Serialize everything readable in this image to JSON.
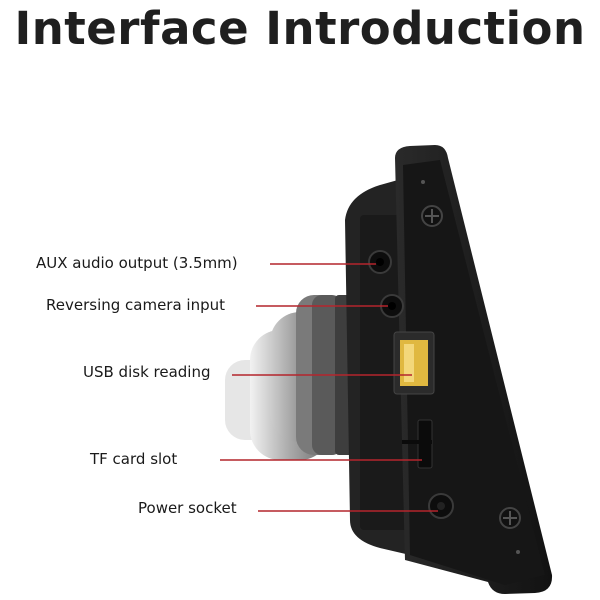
{
  "title": "Interface Introduction",
  "labels": {
    "aux": "AUX audio output (3.5mm)",
    "camera": "Reversing camera input",
    "usb": "USB disk reading",
    "tf": "TF card slot",
    "power": "Power socket"
  },
  "colors": {
    "leader_line": "#b4252c",
    "device_body": "#1c1c1c",
    "mount": "#8a8a8a"
  }
}
